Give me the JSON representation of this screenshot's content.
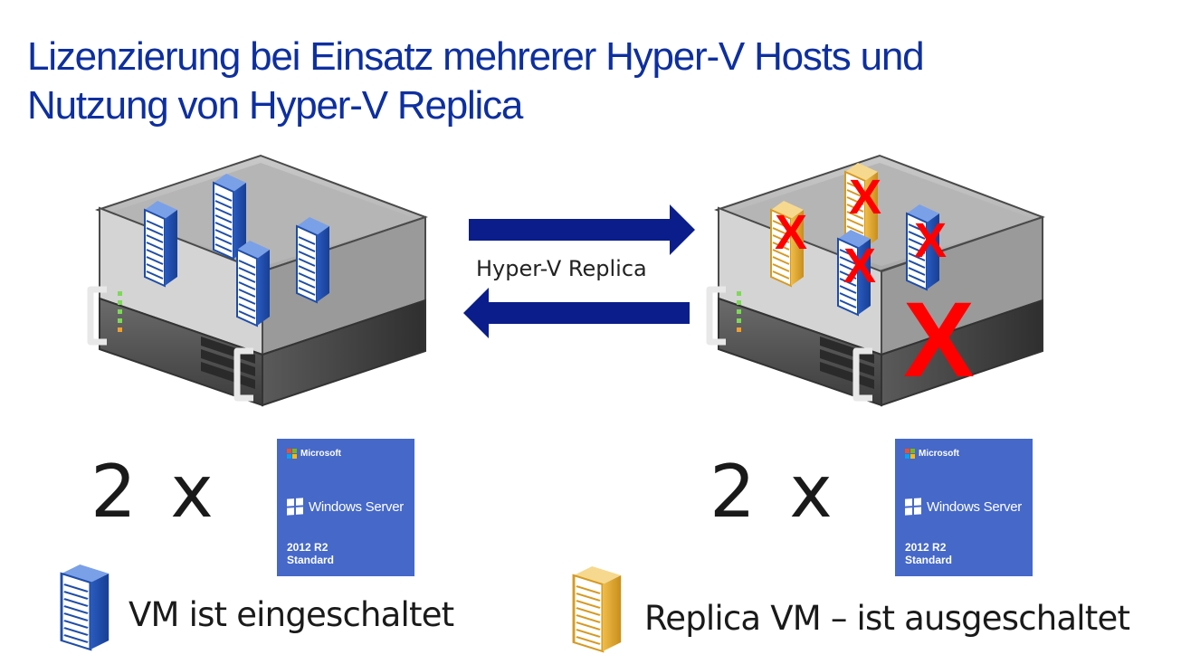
{
  "title": {
    "line1": "Lizenzierung bei Einsatz mehrerer Hyper-V Hosts und",
    "line2": "Nutzung von Hyper-V Replica"
  },
  "replication": {
    "label": "Hyper-V Replica"
  },
  "hosts": [
    {
      "multiplier": "2 x",
      "vm_state": "eingeschaltet",
      "failed": false
    },
    {
      "multiplier": "2 x",
      "vm_state": "ausgeschaltet",
      "failed": true
    }
  ],
  "license": {
    "vendor": "Microsoft",
    "product": "Windows Server",
    "version": "2012 R2",
    "edition": "Standard",
    "color": "#4568c9"
  },
  "legend": {
    "running_vm": "VM ist eingeschaltet",
    "replica_vm": "Replica VM – ist ausgeschaltet"
  },
  "colors": {
    "title": "#0d2fa0",
    "arrow": "#0a1d8a",
    "vm_blue": "#1e4da8",
    "vm_gold": "#e0a72f",
    "cross": "#ff0000"
  },
  "icons": {
    "server_chassis": "server-chassis-icon",
    "vm": "vm-tower-icon",
    "fail_mark": "cross-mark-icon"
  }
}
